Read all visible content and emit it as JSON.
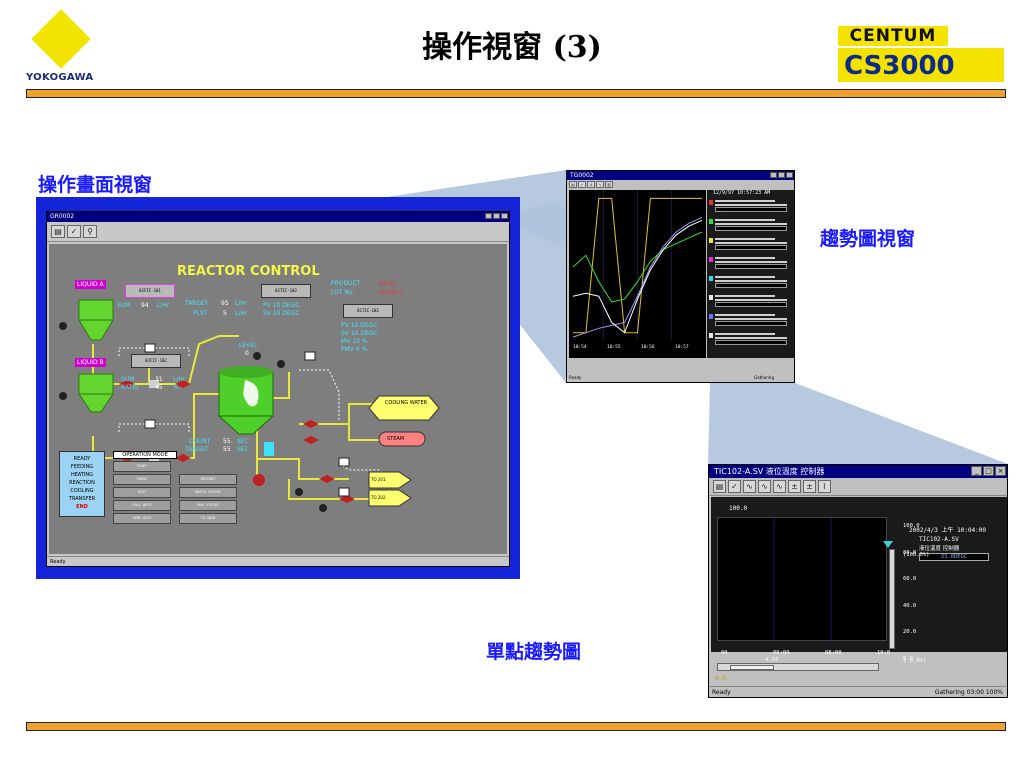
{
  "header": {
    "logo_text": "YOKOGAWA",
    "title": "操作視窗 (3)",
    "brand_top": "CENTUM",
    "brand_bottom": "CS3000"
  },
  "labels": {
    "graphic": "操作畫面視窗",
    "trend": "趨勢圖視窗",
    "single_trend": "單點趨勢圖"
  },
  "colors": {
    "accent_bar": "#f0a030",
    "label_blue": "#1a1aff",
    "titlebar": "#000080",
    "graphic_frame": "#1424d8"
  },
  "graphic_window": {
    "title": "GR0002",
    "toolbar_icons": [
      "print-icon",
      "check-icon",
      "tool-icon"
    ],
    "heading": "REACTOR CONTROL",
    "liquid_a": "LIQUID A",
    "liquid_b": "LIQUID B",
    "tag_a": "01FIC-101",
    "tag_b": "01FIC-102",
    "tag_c": "01TIC-103",
    "tag_d": "01TIC-102",
    "sum_a_label": "SUM",
    "sum_a_value": "94",
    "sum_a_unit": "L/Hr",
    "target_label": "TARGET",
    "target_value": "95",
    "target_unit": "L/Hr",
    "plst_label": "PLST",
    "plst_value": "5",
    "plst_unit": "L/Hr",
    "pv_a": "PV 10 DEGC",
    "sv_a": "SV 10 DEGC",
    "product_label": "PRODUCT",
    "product_value": "R4-201",
    "lot_label": "LOT No.",
    "lot_value": "112597-1",
    "pv_b": "PV 10 DEGC",
    "sv_b": "SV 10 DEGC",
    "mv_b": "MV 10 %",
    "pmv_b": "PMV 0 %",
    "level_label": "LEVEL",
    "level_value": "0",
    "sum_b_label": "SUM",
    "sum_b_value": "31",
    "sum_b_unit": "L/Hr",
    "ratio_label": "RATIO",
    "ratio_value": "45",
    "ratio_unit": "%",
    "cooling_water": "COOLING WATER",
    "steam": "STEAM",
    "count_label": "COUNT",
    "count_value": "55",
    "count_unit": "SEC",
    "target2_label": "TARGET",
    "target2_value": "55",
    "target2_unit": "SEC",
    "out_a": "TO 201",
    "out_b": "TO 202",
    "status_text": "Ready",
    "modes": [
      "READY",
      "FEEDING",
      "HEATING",
      "REACTION",
      "COOLING",
      "TRANSFER"
    ],
    "mode_end": "END",
    "operation_mode": "OPERATION MODE",
    "op_buttons_left": [
      "START",
      "PAUSE",
      "EXIT",
      "FULL AUTO",
      "SEMI AUTO"
    ],
    "op_buttons_right": [
      "RESTART",
      "BATCH STATUS",
      "ULK STATUS",
      "TO-1038"
    ]
  },
  "trend_window": {
    "title": "TG0002",
    "timestamp": "12/9/97 10:57:23 AM",
    "toolbar_icons": [
      "print-icon",
      "check-icon",
      "zoom-icon",
      "pen-icon",
      "chart-icon"
    ],
    "x_ticks": [
      "10:54",
      "10:55",
      "10:56",
      "10:57"
    ],
    "status_left": "Ready",
    "status_right": "Gathering",
    "pens": [
      {
        "color": "#e83030"
      },
      {
        "color": "#30e030"
      },
      {
        "color": "#e8e830"
      },
      {
        "color": "#e030e0"
      },
      {
        "color": "#30e0e0"
      },
      {
        "color": "#e8e8e8"
      },
      {
        "color": "#7070ff"
      },
      {
        "color": "#e8e8e8"
      }
    ],
    "series": [
      {
        "color": "#e8c020",
        "values": [
          0.05,
          0.05,
          0.97,
          0.97,
          0.05,
          0.05,
          0.97,
          0.97,
          0.97,
          0.97,
          0.97
        ]
      },
      {
        "color": "#30e030",
        "values": [
          0.5,
          0.58,
          0.4,
          0.26,
          0.28,
          0.4,
          0.54,
          0.62,
          0.66,
          0.7,
          0.74
        ]
      },
      {
        "color": "#9a9aff",
        "values": [
          0.02,
          0.05,
          0.08,
          0.1,
          0.12,
          0.3,
          0.5,
          0.64,
          0.74,
          0.8,
          0.84
        ]
      },
      {
        "color": "#ffffff",
        "values": [
          0.3,
          0.32,
          0.3,
          0.12,
          0.05,
          0.28,
          0.48,
          0.62,
          0.72,
          0.78,
          0.82
        ]
      }
    ]
  },
  "single_trend": {
    "title": "TIC102-A.SV 液位溫度  控制器",
    "toolbar_icons": [
      "print-icon",
      "check-icon",
      "wave-icon",
      "wave-icon",
      "wave-icon",
      "zoom-icon",
      "zoom-icon",
      "trend-icon"
    ],
    "range_top": "100.0",
    "datetime": "2002/4/3 上午 10:04:00",
    "tag": "TIC102-A.SV",
    "desc": "液位溫度    控制器",
    "value": "33.0DEGC",
    "y_ticks": [
      "100.0",
      "80.0",
      "60.0",
      "40.0",
      "20.0",
      "0.0"
    ],
    "y_top_unit": "(100.0%)",
    "y_bottom_unit": "( 0.0%)",
    "x_ticks": [
      "00",
      "06:00",
      "08:00",
      "10:0"
    ],
    "x_sub": "4.03",
    "range_bottom": "0.0",
    "status_left": "Ready",
    "status_right": "Gathering  03:00  100%"
  }
}
